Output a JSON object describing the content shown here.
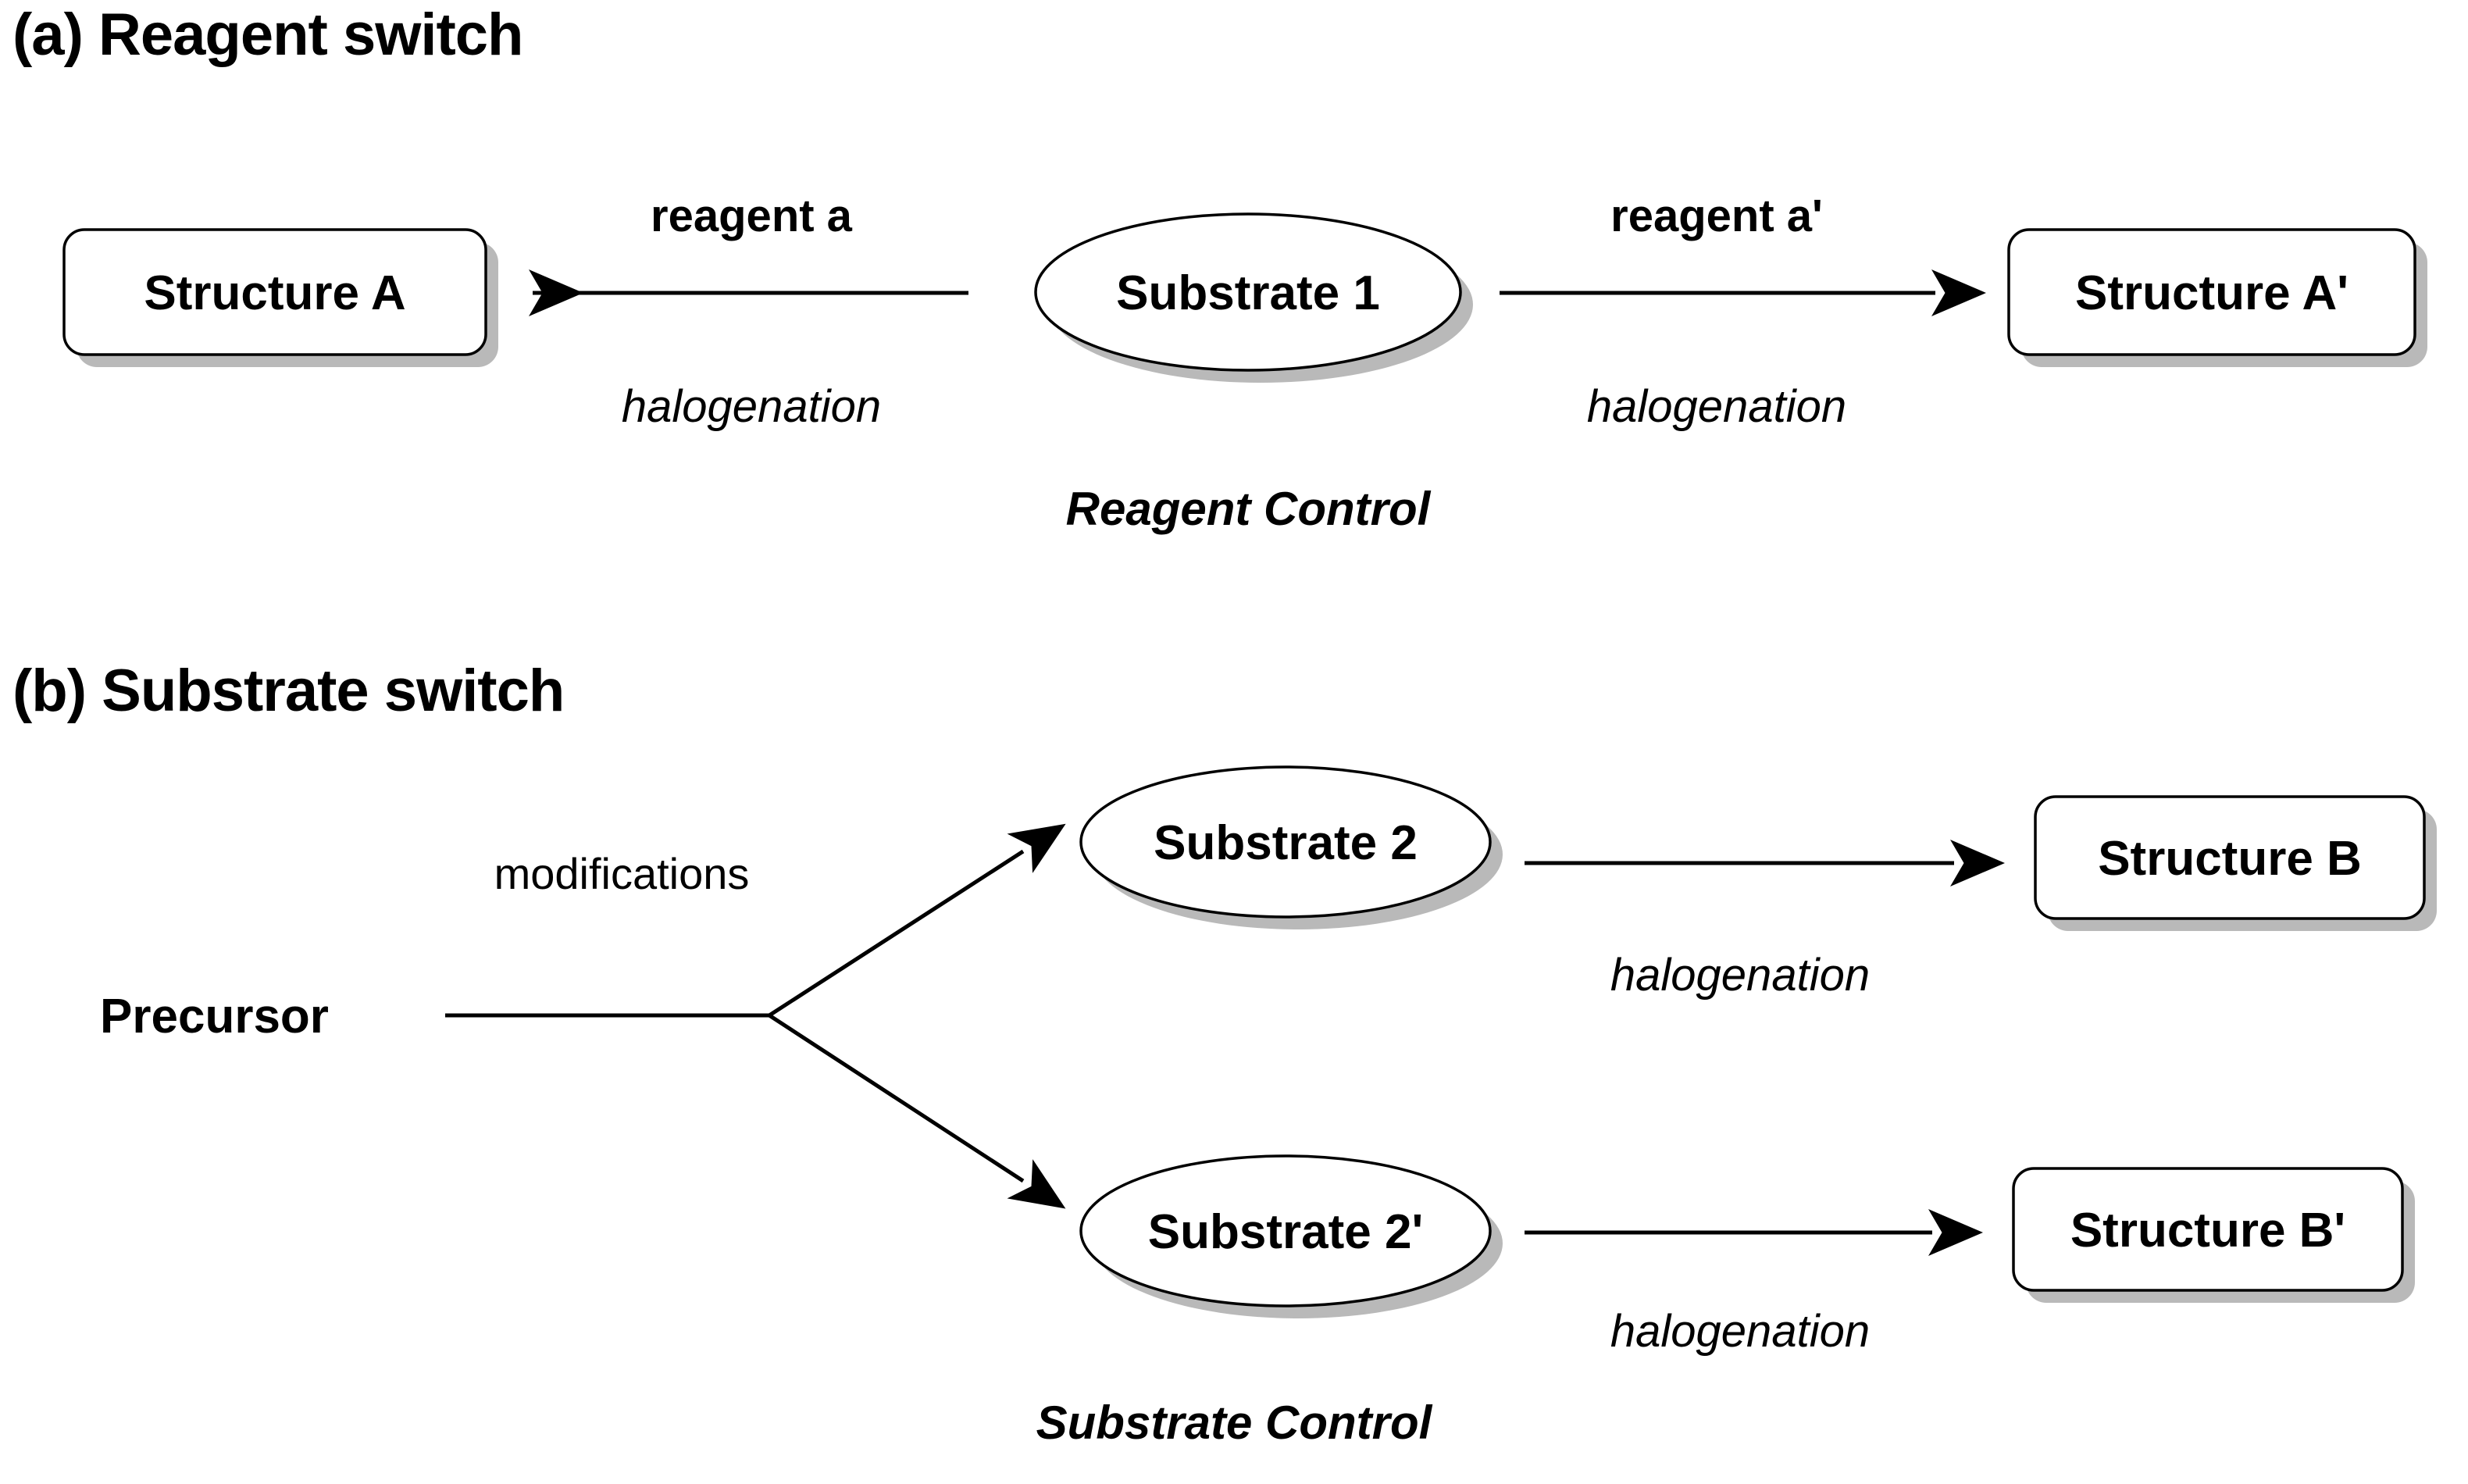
{
  "figure": {
    "title_a": "(a) Reagent switch",
    "title_b": "(b) Substrate switch",
    "accent_color": "#1414d2",
    "shadow_color": "#b9b9b9",
    "line_color": "#000000",
    "background": "#ffffff"
  },
  "panel_a": {
    "id": "a",
    "heading": "(a) Reagent switch",
    "center_node": "Substrate 1",
    "left_node": "Structure A",
    "right_node": "Structure A'",
    "left_arrow_top_label": "reagent a",
    "left_arrow_bottom_label": "halogenation",
    "right_arrow_top_label": "reagent a'",
    "right_arrow_bottom_label": "halogenation",
    "control_label": "Reagent Control"
  },
  "panel_b": {
    "id": "b",
    "heading": "(b) Substrate switch",
    "source_node": "Precursor",
    "branch_label": "modifications",
    "top_node": "Substrate 2",
    "top_product": "Structure B",
    "top_arrow_label": "halogenation",
    "bottom_node": "Substrate 2'",
    "bottom_product": "Structure B'",
    "bottom_arrow_label": "halogenation",
    "control_label": "Substrate Control"
  },
  "diagram_data": {
    "type": "flow-diagram",
    "panels": [
      {
        "name": "Reagent switch",
        "strategy": "Reagent Control",
        "nodes": [
          "Structure A",
          "Substrate 1",
          "Structure A'"
        ],
        "edges": [
          {
            "from": "Substrate 1",
            "to": "Structure A",
            "labels": [
              "reagent a",
              "halogenation"
            ],
            "direction": "left"
          },
          {
            "from": "Substrate 1",
            "to": "Structure A'",
            "labels": [
              "reagent a'",
              "halogenation"
            ],
            "direction": "right"
          }
        ]
      },
      {
        "name": "Substrate switch",
        "strategy": "Substrate Control",
        "nodes": [
          "Precursor",
          "Substrate 2",
          "Substrate 2'",
          "Structure B",
          "Structure B'"
        ],
        "edges": [
          {
            "from": "Precursor",
            "to": "Substrate 2",
            "labels": [
              "modifications"
            ],
            "direction": "up-right"
          },
          {
            "from": "Precursor",
            "to": "Substrate 2'",
            "labels": [
              "modifications"
            ],
            "direction": "down-right"
          },
          {
            "from": "Substrate 2",
            "to": "Structure B",
            "labels": [
              "halogenation"
            ],
            "direction": "right"
          },
          {
            "from": "Substrate 2'",
            "to": "Structure B'",
            "labels": [
              "halogenation"
            ],
            "direction": "right"
          }
        ]
      }
    ]
  }
}
